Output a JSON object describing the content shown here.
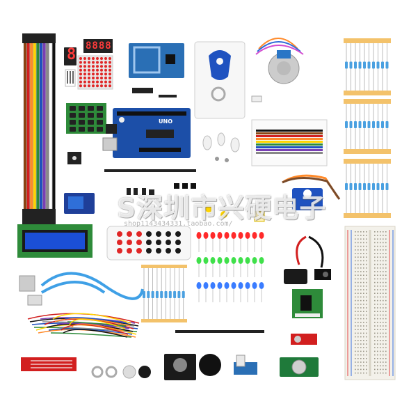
{
  "scene": {
    "description_free": true,
    "background": "#ffffff"
  },
  "watermark": {
    "text": "S深圳市兴硬电子",
    "url": "shop1143434331.taobao.com/"
  },
  "labels": {
    "seven_seg_single": "8",
    "seven_seg_four": "8888",
    "uno_label": "UNO"
  },
  "colors": {
    "arduino_blue": "#1c4fa8",
    "pcb_green": "#2e8b3a",
    "rfid_blue": "#2a6fb5",
    "breadboard": "#f3f1ea",
    "led_red": "#ff2a2a",
    "led_green": "#3fe04a",
    "led_blue": "#3a7cff"
  }
}
